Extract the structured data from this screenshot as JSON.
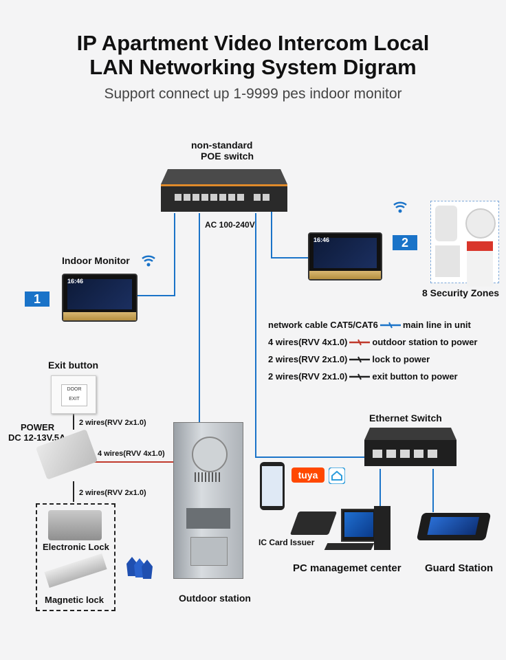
{
  "header": {
    "title_line1": "IP Apartment Video Intercom Local",
    "title_line2": "LAN Networking System Digram",
    "subtitle": "Support connect up 1-9999 pes indoor monitor"
  },
  "poe_switch": {
    "label_line1": "non-standard",
    "label_line2": "POE switch",
    "power": "AC 100-240V"
  },
  "indoor_monitor": {
    "label": "Indoor Monitor",
    "badge": "1",
    "time": "16:46"
  },
  "monitor2": {
    "badge": "2",
    "time": "16:46"
  },
  "security": {
    "label": "8 Security Zones"
  },
  "legend": [
    {
      "left": "network cable CAT5/CAT6",
      "right": "main line in unit",
      "color": "#1a73c8"
    },
    {
      "left": "4 wires(RVV 4x1.0)",
      "right": "outdoor station to power",
      "color": "#c0392b"
    },
    {
      "left": "2 wires(RVV 2x1.0)",
      "right": "lock to power",
      "color": "#222222"
    },
    {
      "left": "2 wires(RVV 2x1.0)",
      "right": "exit button to power",
      "color": "#222222"
    }
  ],
  "exit_button": {
    "label": "Exit button",
    "text_line1": "DOOR",
    "text_line2": "EXIT"
  },
  "power": {
    "label_line1": "POWER",
    "label_line2": "DC 12-13V.5A"
  },
  "wires": {
    "exit_to_power": "2 wires(RVV 2x1.0)",
    "power_to_outdoor": "4 wires(RVV 4x1.0)",
    "power_to_lock": "2 wires(RVV 2x1.0)"
  },
  "locks": {
    "electronic": "Electronic Lock",
    "magnetic": "Magnetic lock"
  },
  "outdoor_station": {
    "label": "Outdoor station"
  },
  "ethernet_switch": {
    "label": "Ethernet Switch"
  },
  "app": {
    "brand": "tuya"
  },
  "ic_card": {
    "label": "IC Card Issuer"
  },
  "pc": {
    "label": "PC managemet center"
  },
  "guard": {
    "label": "Guard Station"
  },
  "colors": {
    "network": "#1a73c8",
    "power_wire": "#c0392b",
    "lock_wire": "#222222",
    "badge": "#1a73c8"
  }
}
